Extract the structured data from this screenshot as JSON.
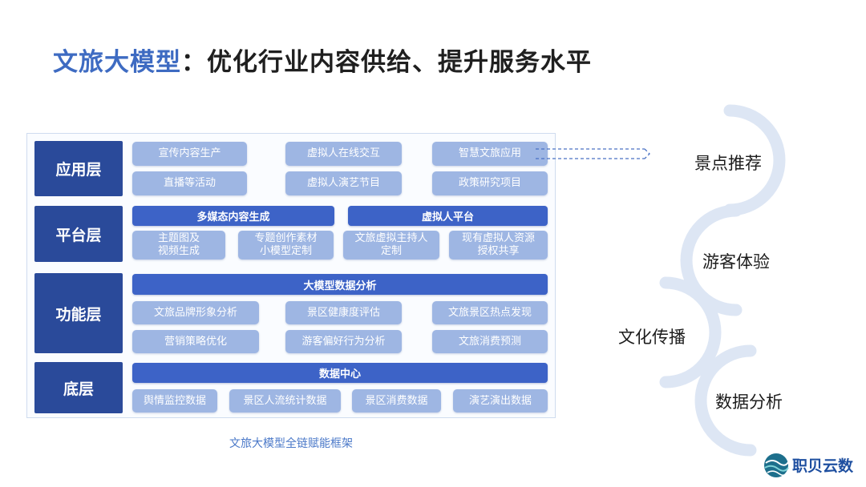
{
  "title": {
    "highlight": "文旅大模型",
    "rest": "：优化行业内容供给、提升服务水平"
  },
  "framework": {
    "layers": {
      "app": "应用层",
      "platform": "平台层",
      "function": "功能层",
      "base": "底层"
    },
    "app_items": [
      "宣传内容生产",
      "虚拟人在线交互",
      "智慧文旅应用",
      "直播等活动",
      "虚拟人演艺节目",
      "政策研究项目"
    ],
    "platform_bars": [
      "多媒态内容生成",
      "虚拟人平台"
    ],
    "platform_items": [
      "主题图及\n视频生成",
      "专题创作素材\n小模型定制",
      "文旅虚拟主持人\n定制",
      "现有虚拟人资源\n授权共享"
    ],
    "function_bar": "大模型数据分析",
    "function_items": [
      "文旅品牌形象分析",
      "景区健康度评估",
      "文旅景区热点发现",
      "营销策略优化",
      "游客偏好行为分析",
      "文旅消费预测"
    ],
    "base_bar": "数据中心",
    "base_items": [
      "舆情监控数据",
      "景区人流统计数据",
      "景区消费数据",
      "演艺演出数据"
    ],
    "caption": "文旅大模型全链赋能框架"
  },
  "outcomes": [
    "景点推荐",
    "游客体验",
    "文化传播",
    "数据分析"
  ],
  "logo": {
    "text": "职贝云数"
  },
  "colors": {
    "accent": "#3e6bc2",
    "layer": "#2a4a9a",
    "pill": "#9eb6e3",
    "bar": "#3d63c7",
    "arc": "#dde6f4"
  }
}
